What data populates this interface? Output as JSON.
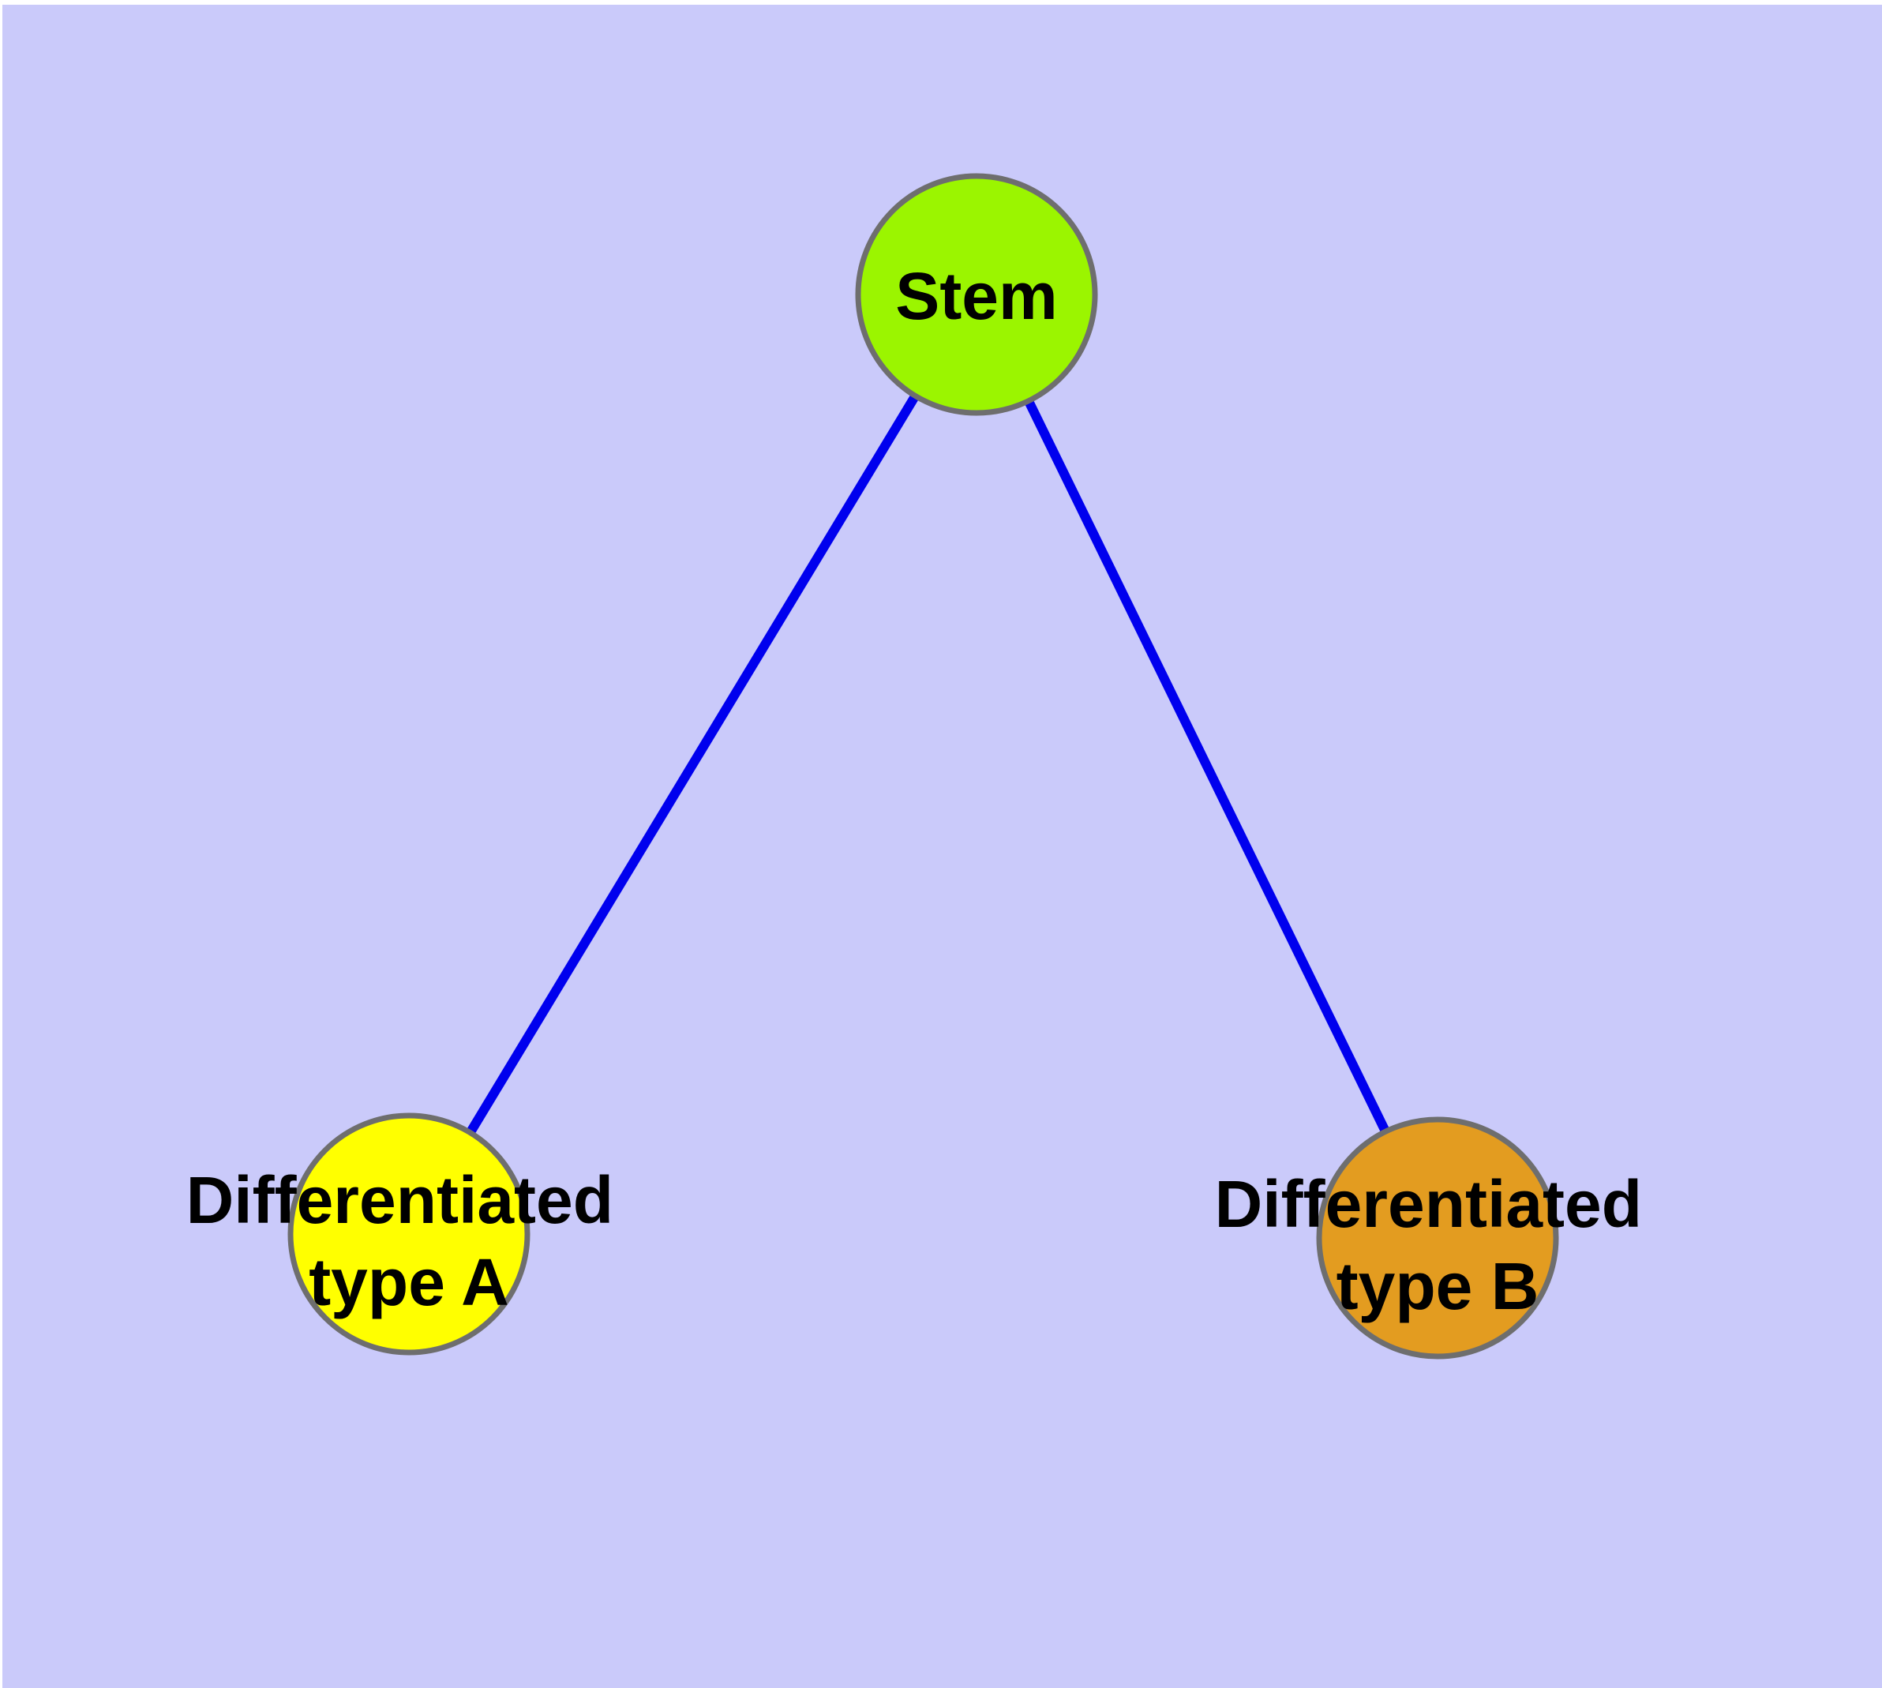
{
  "diagram": {
    "type": "graph",
    "description": "Stem cell differentiation tree with one root node and two differentiated child nodes",
    "nodes": [
      {
        "id": "stem",
        "label": "Stem",
        "label_lines": [
          "Stem"
        ],
        "fill": "#9BF500"
      },
      {
        "id": "differentiated-type-a",
        "label": "Differentiated type A",
        "label_lines": [
          "Differentiated",
          "type A"
        ],
        "fill": "#FFFF00"
      },
      {
        "id": "differentiated-type-b",
        "label": "Differentiated type B",
        "label_lines": [
          "Differentiated",
          "type B"
        ],
        "fill": "#E39C20"
      }
    ],
    "edges": [
      {
        "from": "Stem",
        "to": "Differentiated type A"
      },
      {
        "from": "Stem",
        "to": "Differentiated type B"
      }
    ],
    "colors": {
      "canvas_background": "#CACAFA",
      "page_margin": "#FFFFFF",
      "edge_blue": "#0000EE",
      "node_border_gray": "#6E6E6E",
      "label_text": "#000000"
    }
  }
}
